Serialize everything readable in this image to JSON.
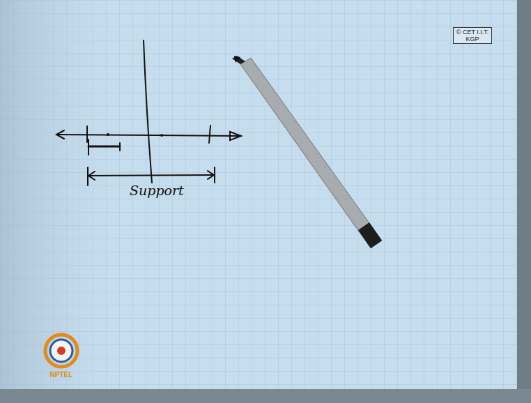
{
  "diagram": {
    "nodes": [
      {
        "text": [
          "© CET I.I.T. KGP"
        ]
      }
    ],
    "labels": [
      "Support",
      "NPTEL"
    ]
  }
}
